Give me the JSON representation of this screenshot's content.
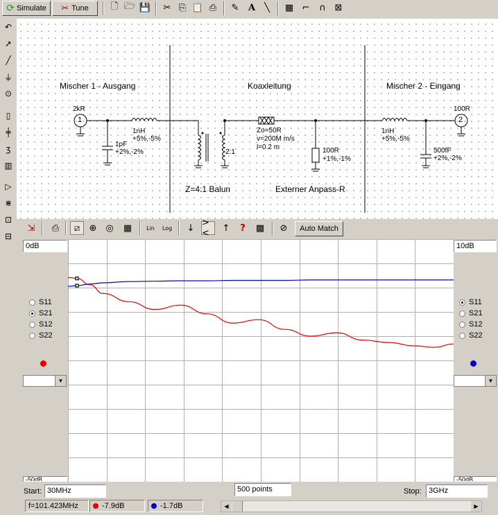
{
  "toolbar": {
    "simulate_label": "Simulate",
    "tune_label": "Tune"
  },
  "schematic": {
    "section_left": "Mischer 1 - Ausgang",
    "section_mid": "Koaxleitung",
    "section_right": "Mischer 2 - Eingang",
    "port1_impedance": "2kR",
    "port1_number": "1",
    "port2_impedance": "100R",
    "port2_number": "2",
    "ind1_value": "1nH",
    "ind1_tol": "+5%,-5%",
    "cap1_value": "1pF",
    "cap1_tol": "+2%,-2%",
    "transformer_ratio": "2:1",
    "balun_label": "Z=4:1 Balun",
    "coax_z": "Zo=50R",
    "coax_v": "v=200M m/s",
    "coax_l": "l=0.2 m",
    "res_value": "100R",
    "res_tol": "+1%,-1%",
    "anpass_label": "Externer Anpass-R",
    "ind2_value": "1nH",
    "ind2_tol": "+5%,-5%",
    "cap2_value": "500fF",
    "cap2_tol": "+2%,-2%"
  },
  "plot_toolbar": {
    "lin_label": "Lin",
    "log_label": "Log",
    "auto_match_label": "Auto Match"
  },
  "left_panel": {
    "top_value": "0dB",
    "bottom_value": "-50dB",
    "options": [
      "S11",
      "S21",
      "S12",
      "S22"
    ],
    "selected": "S21",
    "marker_color": "#e00000"
  },
  "right_panel": {
    "top_value": "10dB",
    "bottom_value": "-50dB",
    "options": [
      "S11",
      "S21",
      "S12",
      "S22"
    ],
    "selected": "S11",
    "marker_color": "#0000c0"
  },
  "sweep": {
    "start_label": "Start:",
    "start_value": "30MHz",
    "points_value": "500 points",
    "stop_label": "Stop:",
    "stop_value": "3GHz"
  },
  "status": {
    "frequency": "f=101.423MHz",
    "left_reading": "-7.9dB",
    "right_reading": "-1.7dB"
  },
  "chart_data": {
    "type": "line",
    "xlabel": "",
    "ylabel": "",
    "x": [
      30,
      100,
      200,
      300,
      500,
      700,
      900,
      1100,
      1300,
      1500,
      1700,
      1900,
      2100,
      2300,
      2500,
      2700,
      2850,
      3000
    ],
    "series": [
      {
        "axis": "left",
        "color": "#e00000",
        "values": [
          -7.9,
          -8.1,
          -9.4,
          -11.2,
          -12.9,
          -14.5,
          -13.6,
          -15.4,
          -17.3,
          -16.6,
          -18.6,
          -20.0,
          -19.3,
          -20.8,
          -21.3,
          -22.0,
          -22.3,
          -21.6
        ]
      },
      {
        "axis": "right",
        "color": "#0000c0",
        "values": [
          -1.7,
          -1.5,
          -1.1,
          -0.8,
          -0.5,
          -0.4,
          -0.3,
          -0.3,
          -0.2,
          -0.2,
          -0.2,
          -0.1,
          -0.1,
          -0.1,
          -0.1,
          -0.1,
          -0.1,
          -0.1
        ]
      }
    ],
    "left_ylim": [
      -50,
      0
    ],
    "right_ylim": [
      -50,
      10
    ],
    "xlim": [
      30,
      3000
    ],
    "grid": true
  }
}
